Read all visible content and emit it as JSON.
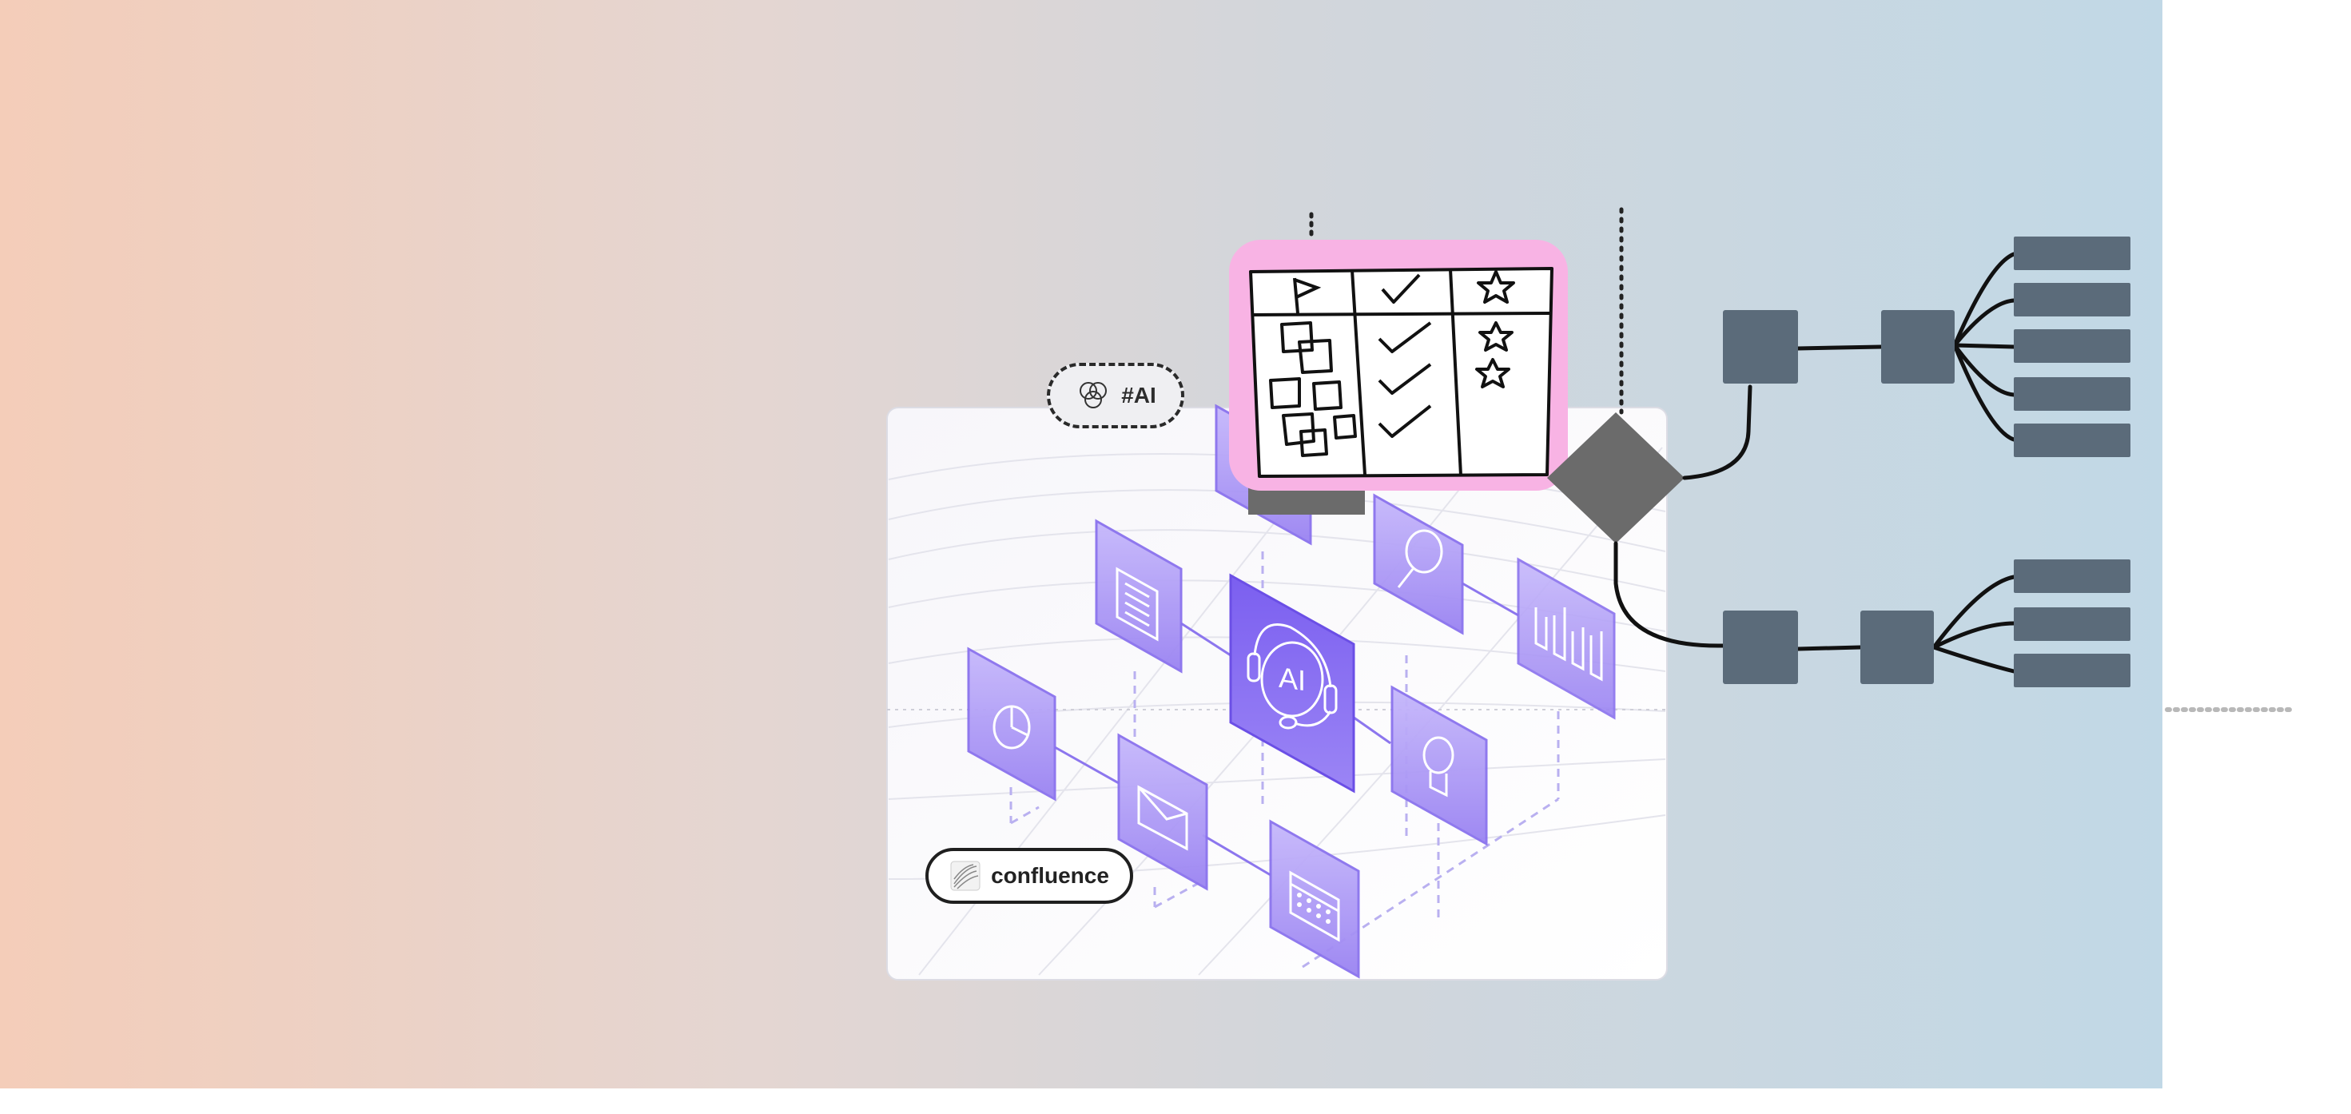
{
  "tags": {
    "ai_label": "#AI",
    "confluence_label": "confluence"
  },
  "icons": {
    "ai_center_label": "AI"
  },
  "colors": {
    "gradient_left": "#f4cdb9",
    "gradient_right": "#c1d8e6",
    "node_fill": "#5b6b7a",
    "diamond_fill": "#6b6b6b",
    "tile_purple": "#a894f4",
    "tile_purple_dark": "#7d62ec",
    "board_pink": "#f8b3e4"
  }
}
